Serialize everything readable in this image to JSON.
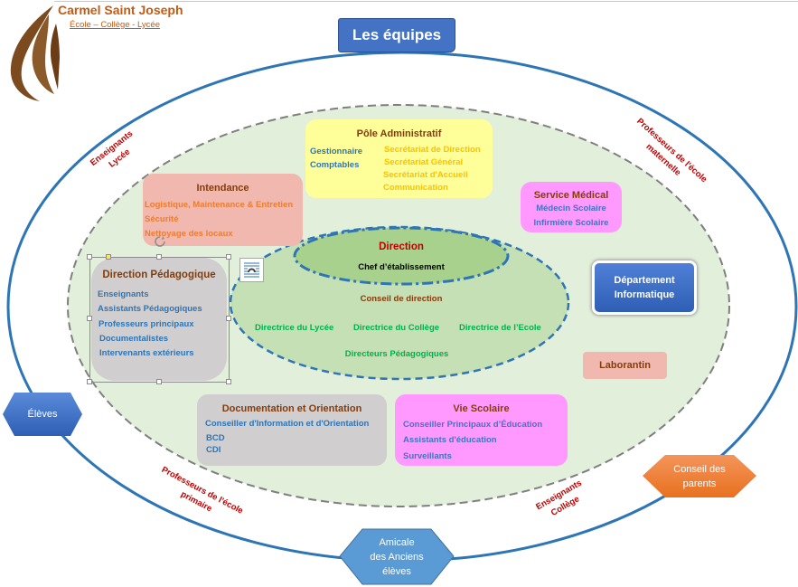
{
  "header": {
    "school_name": "Carmel Saint Joseph",
    "school_levels": "École – Collège - Lycée",
    "title_button": "Les équipes"
  },
  "colors": {
    "outer_ring": "#2e75b6",
    "inner_zone_fill": "#e2efda",
    "direction_fill": "#a9d18e",
    "brand": "#c55a11",
    "ring_label": "#c00000"
  },
  "ring_labels": {
    "lycee": [
      "Enseignants",
      "Lycée"
    ],
    "maternelle": [
      "Professeurs de l'école",
      "maternelle"
    ],
    "primaire": [
      "Professeurs de l'école",
      "primaire"
    ],
    "college": [
      "Enseignants",
      "Collège"
    ]
  },
  "outer_nodes": {
    "eleves": "Élèves",
    "conseil_parents": [
      "Conseil des",
      "parents"
    ],
    "amicale": [
      "Amicale",
      "des Anciens",
      "élèves"
    ]
  },
  "pole_administratif": {
    "title": "Pôle Administratif",
    "left_items": [
      "Gestionnaire",
      "Comptables"
    ],
    "right_items": [
      "Secrétariat de Direction",
      "Secrétariat Général",
      "Secrétariat d'Accueil",
      "Communication"
    ]
  },
  "intendance": {
    "title": "Intendance",
    "items": [
      "Logistique, Maintenance & Entretien",
      "Sécurité",
      "Nettoyage des locaux"
    ]
  },
  "service_medical": {
    "title": "Service Médical",
    "items": [
      "Médecin Scolaire",
      "Infirmière Scolaire"
    ]
  },
  "direction_pedagogique": {
    "title": "Direction Pédagogique",
    "items": [
      "Enseignants",
      "Assistants Pédagogiques",
      "Professeurs principaux",
      "Documentalistes",
      "Intervenants extérieurs"
    ]
  },
  "direction": {
    "title": "Direction",
    "chef": "Chef d’établissement",
    "conseil": "Conseil de direction",
    "directrices": [
      "Directrice du Lycée",
      "Directrice du Collège",
      "Directrice de l’Ecole"
    ],
    "directeurs": "Directeurs Pédagogiques"
  },
  "departement_informatique": [
    "Département",
    "Informatique"
  ],
  "laborantin": "Laborantin",
  "documentation_orientation": {
    "title": "Documentation et Orientation",
    "items": [
      "Conseiller d'Information et d'Orientation",
      "BCD",
      "CDI"
    ]
  },
  "vie_scolaire": {
    "title": "Vie Scolaire",
    "items": [
      "Conseiller Principaux d’Éducation",
      "Assistants d'éducation",
      "Surveillants"
    ]
  }
}
